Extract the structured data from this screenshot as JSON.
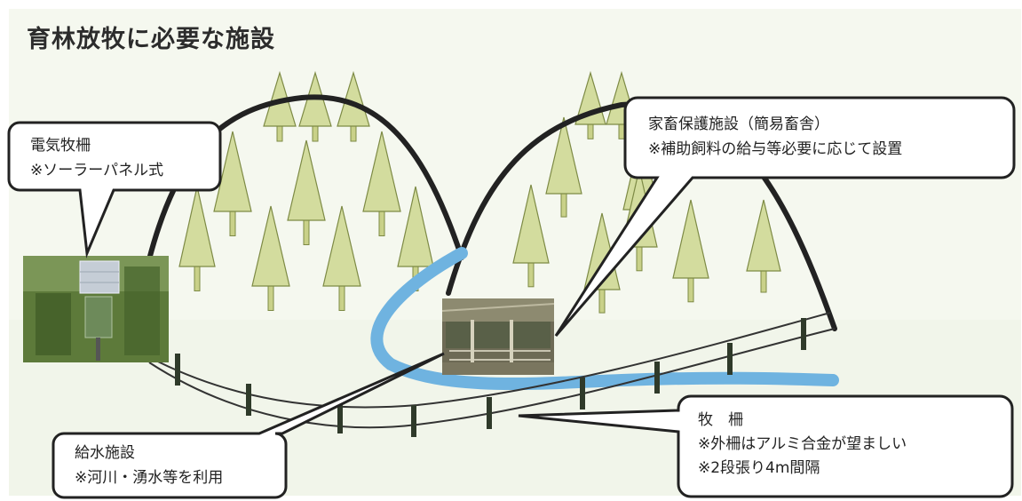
{
  "title": "育林放牧に必要な施設",
  "callouts": {
    "electric_fence": {
      "line1": "電気牧柵",
      "line2": "※ソーラーパネル式"
    },
    "livestock_shelter": {
      "line1": "家畜保護施設（簡易畜舎）",
      "line2": "※補助飼料の給与等必要に応じて設置"
    },
    "water_supply": {
      "line1": "給水施設",
      "line2": "※河川・湧水等を利用"
    },
    "pasture_fence": {
      "line1": "牧　柵",
      "line2": "※外柵はアルミ合金が望ましい",
      "line3": "※2段張り4m間隔"
    }
  },
  "colors": {
    "tree_fill": "#d3dc9e",
    "tree_trunk": "#c9d189",
    "tree_outline": "#7d8a45",
    "hill_outline": "#222222",
    "stream": "#6fb3e0",
    "fence_post": "#2f3a2a",
    "background_tint": "#eef3e6"
  },
  "photos": {
    "solar_fence_photo": "solar-panel-photo",
    "shelter_photo": "shelter-photo"
  }
}
